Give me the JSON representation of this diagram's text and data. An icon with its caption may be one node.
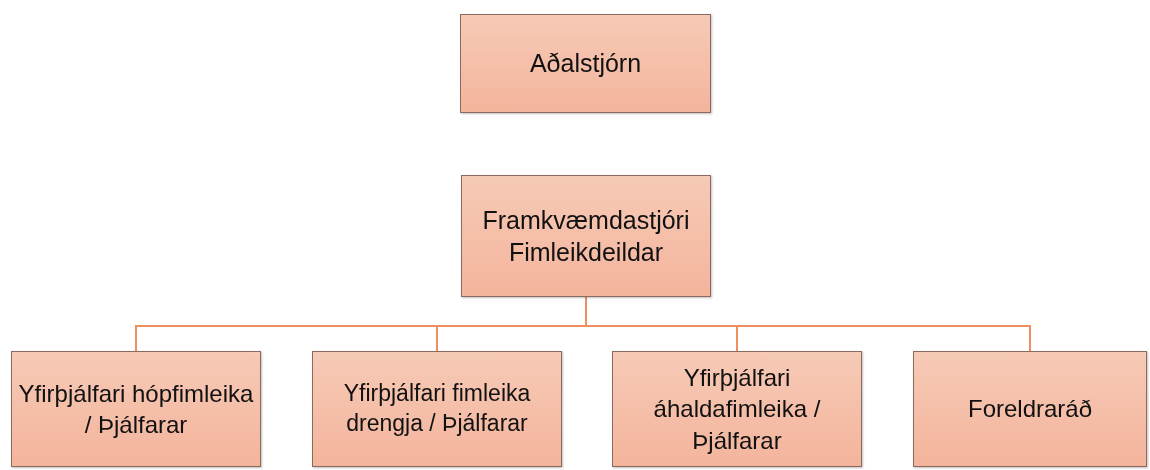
{
  "diagram": {
    "nodes": [
      {
        "text": [
          "Aðalstjórn"
        ]
      },
      {
        "text": [
          "Framkvæmdastjóri Fimleikdeildar"
        ]
      },
      {
        "text": [
          "Yfirþjálfari hópfimleika / Þjálfarar"
        ]
      },
      {
        "text": [
          "Yfirþjálfari fimleika drengja / Þjálfarar"
        ]
      },
      {
        "text": [
          "Yfirþjálfari áhaldafimleika / Þjálfarar"
        ]
      },
      {
        "text": [
          "Foreldraráð"
        ]
      }
    ],
    "edges": [
      {
        "from": 1,
        "to": 2,
        "arrow": "none"
      },
      {
        "from": 1,
        "to": 3,
        "arrow": "none"
      },
      {
        "from": 1,
        "to": 4,
        "arrow": "none"
      },
      {
        "from": 1,
        "to": 5,
        "arrow": "none"
      }
    ]
  }
}
